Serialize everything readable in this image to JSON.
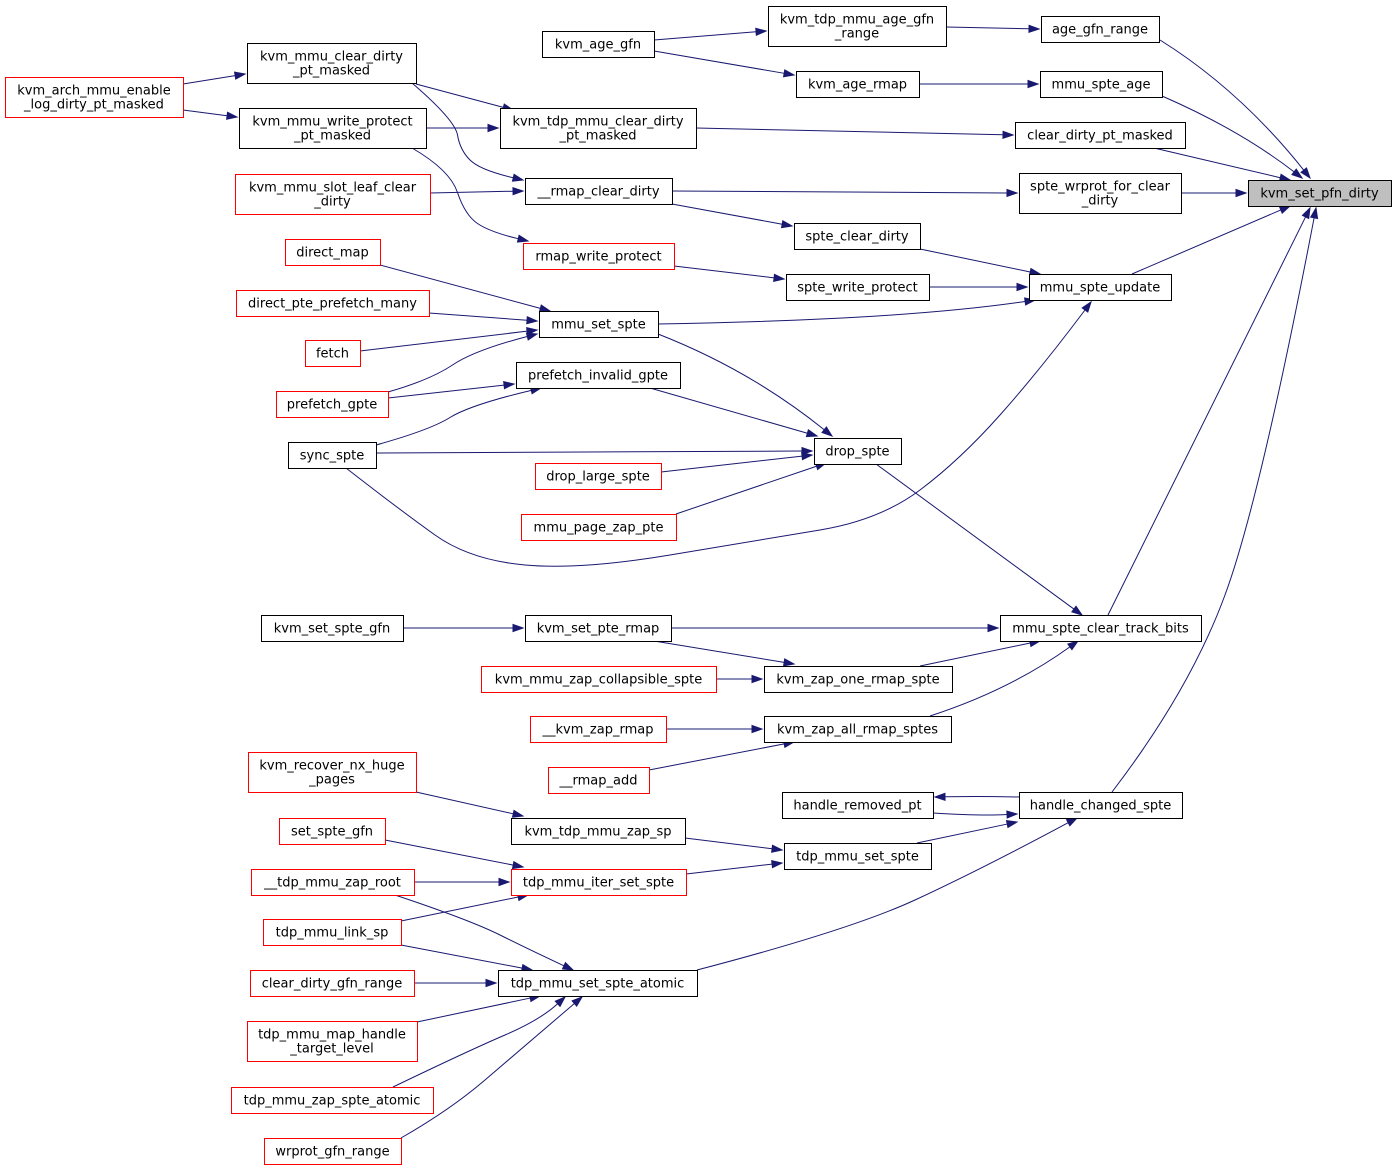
{
  "graph": {
    "nodes": [
      {
        "id": "root",
        "lines": [
          "kvm_set_pfn_dirty"
        ],
        "style": "root"
      },
      {
        "id": "age_gfn_range",
        "lines": [
          "age_gfn_range"
        ],
        "style": "black"
      },
      {
        "id": "mmu_spte_age",
        "lines": [
          "mmu_spte_age"
        ],
        "style": "black"
      },
      {
        "id": "clear_dirty_pt_masked",
        "lines": [
          "clear_dirty_pt_masked"
        ],
        "style": "black"
      },
      {
        "id": "spte_wrprot_for_clear_dirty",
        "lines": [
          "spte_wrprot_for_clear",
          "_dirty"
        ],
        "style": "black"
      },
      {
        "id": "mmu_spte_update",
        "lines": [
          "mmu_spte_update"
        ],
        "style": "black"
      },
      {
        "id": "mmu_spte_clear_track_bits",
        "lines": [
          "mmu_spte_clear_track_bits"
        ],
        "style": "black"
      },
      {
        "id": "handle_changed_spte",
        "lines": [
          "handle_changed_spte"
        ],
        "style": "black"
      },
      {
        "id": "kvm_tdp_mmu_age_gfn_range",
        "lines": [
          "kvm_tdp_mmu_age_gfn",
          "_range"
        ],
        "style": "black"
      },
      {
        "id": "kvm_age_gfn",
        "lines": [
          "kvm_age_gfn"
        ],
        "style": "black"
      },
      {
        "id": "kvm_age_rmap",
        "lines": [
          "kvm_age_rmap"
        ],
        "style": "black"
      },
      {
        "id": "kvm_tdp_mmu_clear_dirty_pt_masked",
        "lines": [
          "kvm_tdp_mmu_clear_dirty",
          "_pt_masked"
        ],
        "style": "black"
      },
      {
        "id": "kvm_mmu_clear_dirty_pt_masked",
        "lines": [
          "kvm_mmu_clear_dirty",
          "_pt_masked"
        ],
        "style": "black"
      },
      {
        "id": "kvm_mmu_write_protect_pt_masked",
        "lines": [
          "kvm_mmu_write_protect",
          "_pt_masked"
        ],
        "style": "black"
      },
      {
        "id": "kvm_arch_mmu_enable_log_dirty_pt_masked",
        "lines": [
          "kvm_arch_mmu_enable",
          "_log_dirty_pt_masked"
        ],
        "style": "red"
      },
      {
        "id": "rmap_clear_dirty",
        "lines": [
          "__rmap_clear_dirty"
        ],
        "style": "black"
      },
      {
        "id": "kvm_mmu_slot_leaf_clear_dirty",
        "lines": [
          "kvm_mmu_slot_leaf_clear",
          "_dirty"
        ],
        "style": "red"
      },
      {
        "id": "spte_clear_dirty",
        "lines": [
          "spte_clear_dirty"
        ],
        "style": "black"
      },
      {
        "id": "rmap_write_protect",
        "lines": [
          "rmap_write_protect"
        ],
        "style": "red"
      },
      {
        "id": "spte_write_protect",
        "lines": [
          "spte_write_protect"
        ],
        "style": "black"
      },
      {
        "id": "direct_map",
        "lines": [
          "direct_map"
        ],
        "style": "red"
      },
      {
        "id": "direct_pte_prefetch_many",
        "lines": [
          "direct_pte_prefetch_many"
        ],
        "style": "red"
      },
      {
        "id": "mmu_set_spte",
        "lines": [
          "mmu_set_spte"
        ],
        "style": "black"
      },
      {
        "id": "fetch",
        "lines": [
          "fetch"
        ],
        "style": "red"
      },
      {
        "id": "prefetch_gpte",
        "lines": [
          "prefetch_gpte"
        ],
        "style": "red"
      },
      {
        "id": "prefetch_invalid_gpte",
        "lines": [
          "prefetch_invalid_gpte"
        ],
        "style": "black"
      },
      {
        "id": "sync_spte",
        "lines": [
          "sync_spte"
        ],
        "style": "black"
      },
      {
        "id": "drop_spte",
        "lines": [
          "drop_spte"
        ],
        "style": "black"
      },
      {
        "id": "drop_large_spte",
        "lines": [
          "drop_large_spte"
        ],
        "style": "red"
      },
      {
        "id": "mmu_page_zap_pte",
        "lines": [
          "mmu_page_zap_pte"
        ],
        "style": "red"
      },
      {
        "id": "kvm_set_spte_gfn",
        "lines": [
          "kvm_set_spte_gfn"
        ],
        "style": "black"
      },
      {
        "id": "kvm_set_pte_rmap",
        "lines": [
          "kvm_set_pte_rmap"
        ],
        "style": "black"
      },
      {
        "id": "kvm_mmu_zap_collapsible_spte",
        "lines": [
          "kvm_mmu_zap_collapsible_spte"
        ],
        "style": "red"
      },
      {
        "id": "kvm_zap_one_rmap_spte",
        "lines": [
          "kvm_zap_one_rmap_spte"
        ],
        "style": "black"
      },
      {
        "id": "kvm_zap_rmap",
        "lines": [
          "__kvm_zap_rmap"
        ],
        "style": "red"
      },
      {
        "id": "kvm_zap_all_rmap_sptes",
        "lines": [
          "kvm_zap_all_rmap_sptes"
        ],
        "style": "black"
      },
      {
        "id": "rmap_add",
        "lines": [
          "__rmap_add"
        ],
        "style": "red"
      },
      {
        "id": "kvm_recover_nx_huge_pages",
        "lines": [
          "kvm_recover_nx_huge",
          "_pages"
        ],
        "style": "red"
      },
      {
        "id": "kvm_tdp_mmu_zap_sp",
        "lines": [
          "kvm_tdp_mmu_zap_sp"
        ],
        "style": "black"
      },
      {
        "id": "handle_removed_pt",
        "lines": [
          "handle_removed_pt"
        ],
        "style": "black"
      },
      {
        "id": "tdp_mmu_set_spte",
        "lines": [
          "tdp_mmu_set_spte"
        ],
        "style": "black"
      },
      {
        "id": "set_spte_gfn",
        "lines": [
          "set_spte_gfn"
        ],
        "style": "red"
      },
      {
        "id": "tdp_mmu_iter_set_spte",
        "lines": [
          "tdp_mmu_iter_set_spte"
        ],
        "style": "red"
      },
      {
        "id": "tdp_mmu_zap_root",
        "lines": [
          "__tdp_mmu_zap_root"
        ],
        "style": "red"
      },
      {
        "id": "tdp_mmu_link_sp",
        "lines": [
          "tdp_mmu_link_sp"
        ],
        "style": "red"
      },
      {
        "id": "clear_dirty_gfn_range",
        "lines": [
          "clear_dirty_gfn_range"
        ],
        "style": "red"
      },
      {
        "id": "tdp_mmu_set_spte_atomic",
        "lines": [
          "tdp_mmu_set_spte_atomic"
        ],
        "style": "black"
      },
      {
        "id": "tdp_mmu_map_handle_target_level",
        "lines": [
          "tdp_mmu_map_handle",
          "_target_level"
        ],
        "style": "red"
      },
      {
        "id": "tdp_mmu_zap_spte_atomic",
        "lines": [
          "tdp_mmu_zap_spte_atomic"
        ],
        "style": "red"
      },
      {
        "id": "wrprot_gfn_range",
        "lines": [
          "wrprot_gfn_range"
        ],
        "style": "red"
      }
    ],
    "edges": [
      {
        "from": "age_gfn_range",
        "to": "root"
      },
      {
        "from": "mmu_spte_age",
        "to": "root"
      },
      {
        "from": "clear_dirty_pt_masked",
        "to": "root"
      },
      {
        "from": "spte_wrprot_for_clear_dirty",
        "to": "root"
      },
      {
        "from": "mmu_spte_update",
        "to": "root"
      },
      {
        "from": "mmu_spte_clear_track_bits",
        "to": "root"
      },
      {
        "from": "handle_changed_spte",
        "to": "root"
      },
      {
        "from": "kvm_tdp_mmu_age_gfn_range",
        "to": "age_gfn_range"
      },
      {
        "from": "kvm_age_gfn",
        "to": "kvm_tdp_mmu_age_gfn_range"
      },
      {
        "from": "kvm_age_gfn",
        "to": "kvm_age_rmap"
      },
      {
        "from": "kvm_age_rmap",
        "to": "mmu_spte_age"
      },
      {
        "from": "kvm_tdp_mmu_clear_dirty_pt_masked",
        "to": "clear_dirty_pt_masked"
      },
      {
        "from": "kvm_mmu_clear_dirty_pt_masked",
        "to": "kvm_tdp_mmu_clear_dirty_pt_masked"
      },
      {
        "from": "kvm_mmu_write_protect_pt_masked",
        "to": "kvm_tdp_mmu_clear_dirty_pt_masked"
      },
      {
        "from": "kvm_arch_mmu_enable_log_dirty_pt_masked",
        "to": "kvm_mmu_clear_dirty_pt_masked"
      },
      {
        "from": "kvm_arch_mmu_enable_log_dirty_pt_masked",
        "to": "kvm_mmu_write_protect_pt_masked"
      },
      {
        "from": "rmap_clear_dirty",
        "to": "spte_wrprot_for_clear_dirty"
      },
      {
        "from": "kvm_mmu_clear_dirty_pt_masked",
        "to": "rmap_clear_dirty"
      },
      {
        "from": "kvm_mmu_slot_leaf_clear_dirty",
        "to": "rmap_clear_dirty"
      },
      {
        "from": "rmap_clear_dirty",
        "to": "spte_clear_dirty"
      },
      {
        "from": "spte_clear_dirty",
        "to": "mmu_spte_update"
      },
      {
        "from": "kvm_mmu_write_protect_pt_masked",
        "to": "rmap_write_protect"
      },
      {
        "from": "rmap_write_protect",
        "to": "spte_write_protect"
      },
      {
        "from": "spte_write_protect",
        "to": "mmu_spte_update"
      },
      {
        "from": "mmu_set_spte",
        "to": "mmu_spte_update"
      },
      {
        "from": "sync_spte",
        "to": "mmu_spte_update"
      },
      {
        "from": "direct_map",
        "to": "mmu_set_spte"
      },
      {
        "from": "direct_pte_prefetch_many",
        "to": "mmu_set_spte"
      },
      {
        "from": "fetch",
        "to": "mmu_set_spte"
      },
      {
        "from": "prefetch_gpte",
        "to": "mmu_set_spte"
      },
      {
        "from": "prefetch_gpte",
        "to": "prefetch_invalid_gpte"
      },
      {
        "from": "sync_spte",
        "to": "prefetch_invalid_gpte"
      },
      {
        "from": "mmu_set_spte",
        "to": "drop_spte"
      },
      {
        "from": "prefetch_invalid_gpte",
        "to": "drop_spte"
      },
      {
        "from": "sync_spte",
        "to": "drop_spte"
      },
      {
        "from": "drop_large_spte",
        "to": "drop_spte"
      },
      {
        "from": "mmu_page_zap_pte",
        "to": "drop_spte"
      },
      {
        "from": "drop_spte",
        "to": "mmu_spte_clear_track_bits"
      },
      {
        "from": "kvm_set_spte_gfn",
        "to": "kvm_set_pte_rmap"
      },
      {
        "from": "kvm_set_pte_rmap",
        "to": "mmu_spte_clear_track_bits"
      },
      {
        "from": "kvm_set_pte_rmap",
        "to": "kvm_zap_one_rmap_spte"
      },
      {
        "from": "kvm_mmu_zap_collapsible_spte",
        "to": "kvm_zap_one_rmap_spte"
      },
      {
        "from": "kvm_zap_one_rmap_spte",
        "to": "mmu_spte_clear_track_bits"
      },
      {
        "from": "kvm_zap_rmap",
        "to": "kvm_zap_all_rmap_sptes"
      },
      {
        "from": "rmap_add",
        "to": "kvm_zap_all_rmap_sptes"
      },
      {
        "from": "kvm_zap_all_rmap_sptes",
        "to": "mmu_spte_clear_track_bits"
      },
      {
        "from": "handle_changed_spte",
        "to": "handle_removed_pt"
      },
      {
        "from": "handle_removed_pt",
        "to": "handle_changed_spte"
      },
      {
        "from": "kvm_recover_nx_huge_pages",
        "to": "kvm_tdp_mmu_zap_sp"
      },
      {
        "from": "kvm_tdp_mmu_zap_sp",
        "to": "tdp_mmu_set_spte"
      },
      {
        "from": "tdp_mmu_set_spte",
        "to": "handle_changed_spte"
      },
      {
        "from": "set_spte_gfn",
        "to": "tdp_mmu_iter_set_spte"
      },
      {
        "from": "tdp_mmu_zap_root",
        "to": "tdp_mmu_iter_set_spte"
      },
      {
        "from": "tdp_mmu_link_sp",
        "to": "tdp_mmu_iter_set_spte"
      },
      {
        "from": "tdp_mmu_iter_set_spte",
        "to": "tdp_mmu_set_spte"
      },
      {
        "from": "tdp_mmu_zap_root",
        "to": "tdp_mmu_set_spte_atomic"
      },
      {
        "from": "tdp_mmu_link_sp",
        "to": "tdp_mmu_set_spte_atomic"
      },
      {
        "from": "clear_dirty_gfn_range",
        "to": "tdp_mmu_set_spte_atomic"
      },
      {
        "from": "tdp_mmu_map_handle_target_level",
        "to": "tdp_mmu_set_spte_atomic"
      },
      {
        "from": "tdp_mmu_zap_spte_atomic",
        "to": "tdp_mmu_set_spte_atomic"
      },
      {
        "from": "wrprot_gfn_range",
        "to": "tdp_mmu_set_spte_atomic"
      },
      {
        "from": "tdp_mmu_set_spte_atomic",
        "to": "handle_changed_spte"
      }
    ]
  }
}
